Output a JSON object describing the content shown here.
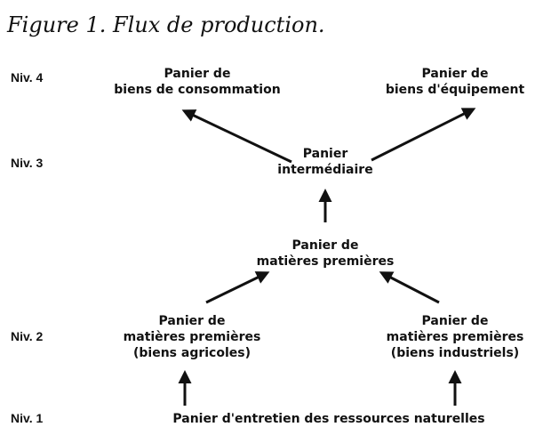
{
  "title": "Figure 1. Flux de production.",
  "levels": [
    "Niv. 4",
    "Niv. 3",
    "Niv. 2",
    "Niv. 1"
  ],
  "nodes": {
    "consommation": [
      "Panier de",
      "biens de consommation"
    ],
    "equipement": [
      "Panier de",
      "biens d'équipement"
    ],
    "intermediaire": [
      "Panier",
      "intermédiaire"
    ],
    "matieres": [
      "Panier de",
      "matières premières"
    ],
    "agricoles": [
      "Panier de",
      "matières premières",
      "(biens agricoles)"
    ],
    "industriels": [
      "Panier de",
      "matières premières",
      "(biens industriels)"
    ],
    "entretien": [
      "Panier d'entretien des ressources naturelles"
    ]
  }
}
